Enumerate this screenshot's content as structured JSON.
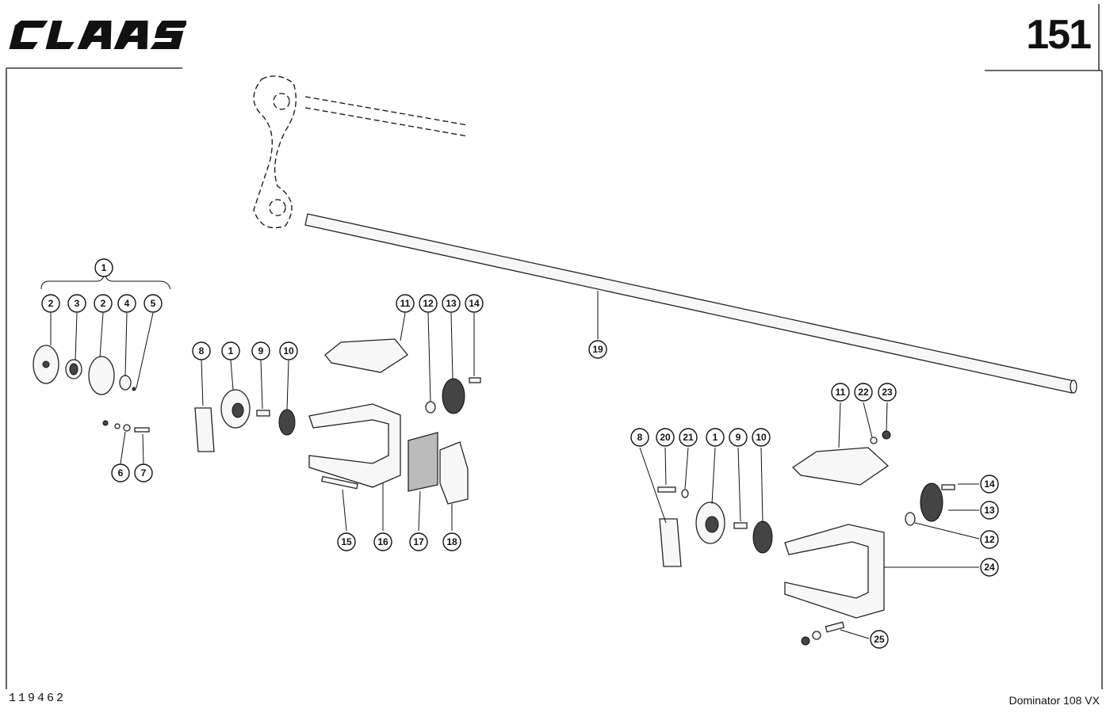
{
  "header": {
    "brand": "CLAAS",
    "page_number": "151"
  },
  "footer": {
    "drawing_number": "119462",
    "model": "Dominator 108 VX"
  },
  "callouts": {
    "assembly_left": {
      "c1_top": "1",
      "c2a": "2",
      "c3": "3",
      "c2b": "2",
      "c4": "4",
      "c5": "5",
      "c6": "6",
      "c7": "7",
      "c8": "8",
      "c1": "1",
      "c9": "9",
      "c10": "10",
      "c11": "11",
      "c12": "12",
      "c13": "13",
      "c14": "14",
      "c15": "15",
      "c16": "16",
      "c17": "17",
      "c18": "18"
    },
    "shaft": {
      "c19": "19"
    },
    "assembly_right": {
      "c8": "8",
      "c20": "20",
      "c21": "21",
      "c1": "1",
      "c9": "9",
      "c10": "10",
      "c11": "11",
      "c22": "22",
      "c23": "23",
      "c14": "14",
      "c13": "13",
      "c12": "12",
      "c24": "24",
      "c25": "25"
    }
  }
}
